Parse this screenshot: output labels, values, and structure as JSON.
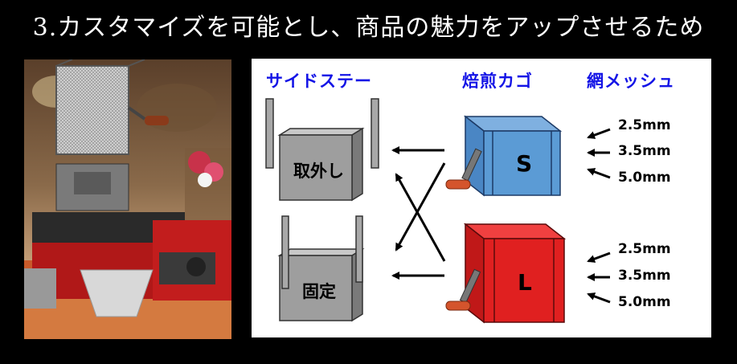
{
  "title": "3.カスタマイズを可能とし、商品の魅力をアップさせるため",
  "headers": {
    "side_stay": "サイドステー",
    "roast_basket": "焙煎カゴ",
    "mesh": "網メッシュ"
  },
  "boxes": {
    "removable": "取外し",
    "fixed": "固定",
    "small": "S",
    "large": "L"
  },
  "mesh_sizes_small": [
    "2.5mm",
    "3.5mm",
    "5.0mm"
  ],
  "mesh_sizes_large": [
    "2.5mm",
    "3.5mm",
    "5.0mm"
  ],
  "colors": {
    "header_blue": "#1414e6",
    "small_box": "#5b9bd5",
    "large_box": "#e02020",
    "side_box": "#9e9e9e",
    "handle": "#d4542c"
  }
}
